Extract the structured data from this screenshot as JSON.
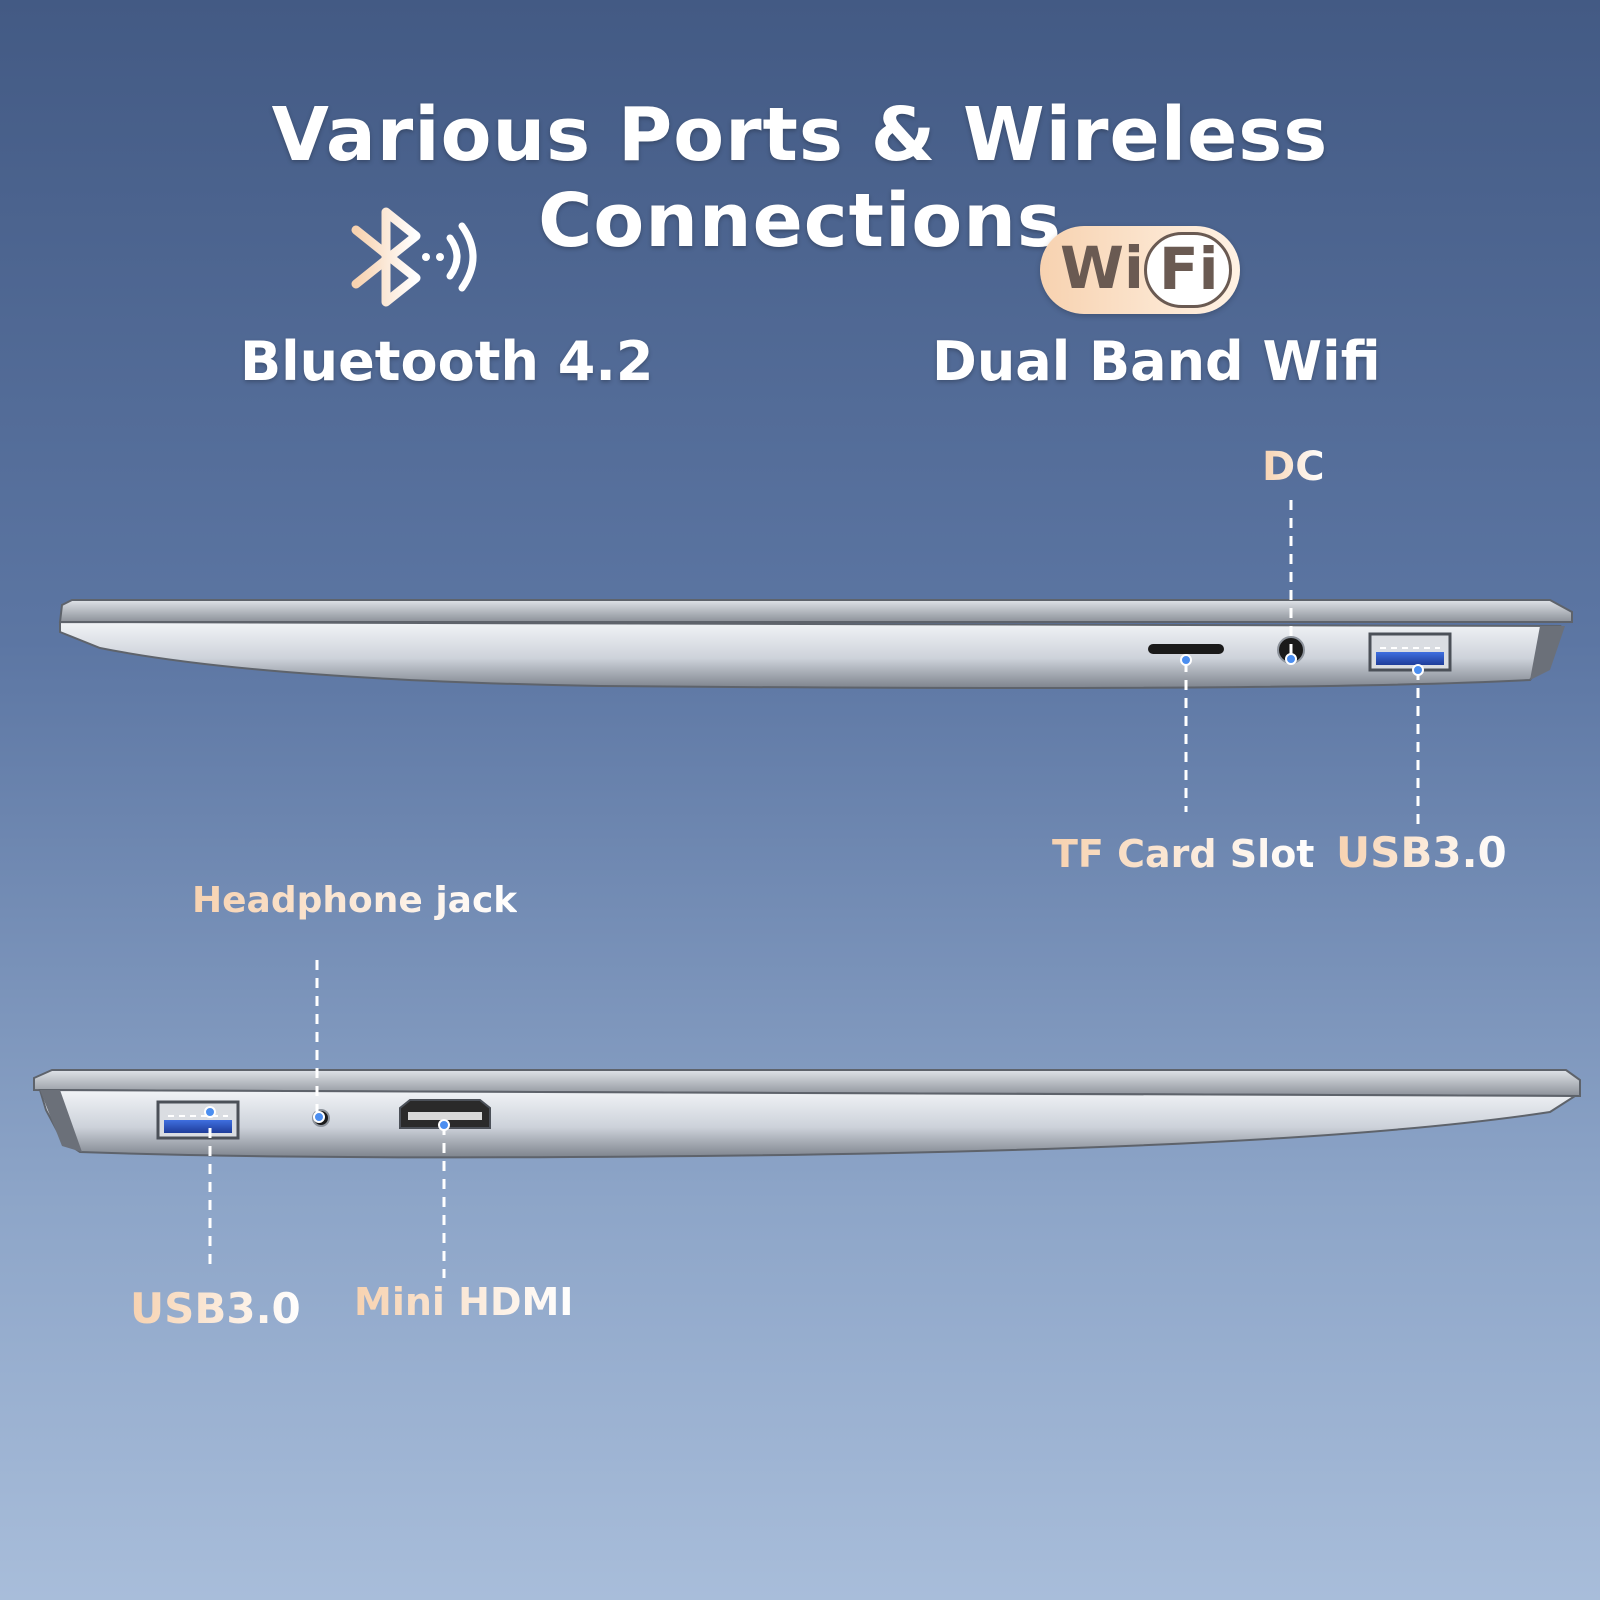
{
  "headline": "Various Ports & Wireless Connections",
  "features": {
    "bluetooth": {
      "icon": "bluetooth-icon",
      "label": "Bluetooth 4.2"
    },
    "wifi": {
      "icon": "wifi-logo-icon",
      "logo_left": "Wi",
      "logo_right": "Fi",
      "label": "Dual Band Wifi"
    }
  },
  "ports": {
    "dc": "DC",
    "tf_card_slot": "TF Card Slot",
    "usb_right": "USB3.0",
    "headphone_jack": "Headphone jack",
    "usb_left": "USB3.0",
    "mini_hdmi": "Mini HDMI"
  },
  "colors": {
    "label_accent": "#f7d2b0",
    "usb_blue": "#2a56c6",
    "pointer_blue": "#4b8ef0"
  }
}
